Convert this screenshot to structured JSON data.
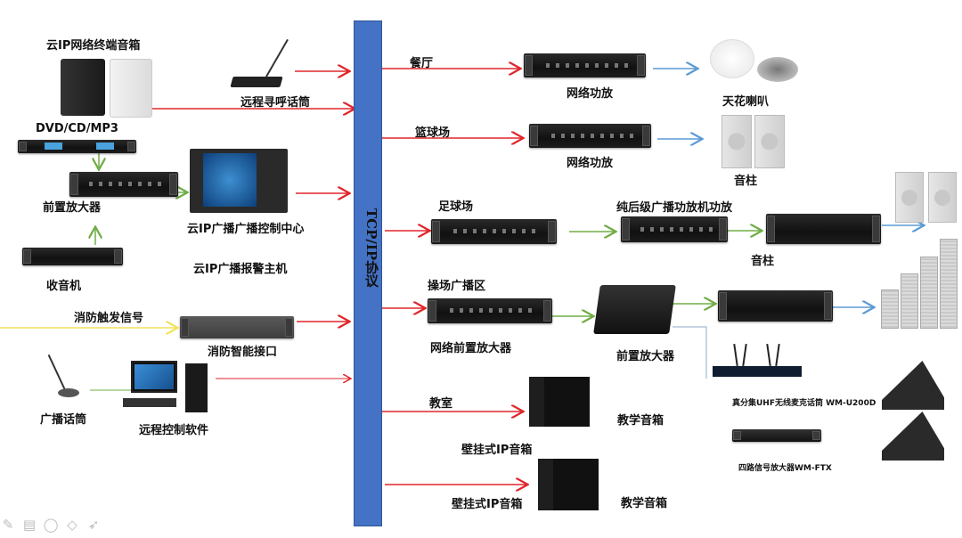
{
  "diagram": {
    "bus_label": "TCP/IP协议",
    "colors": {
      "bus": "#4472c4",
      "network_link": "#e0262b",
      "audio_link": "#70ad47",
      "speaker_link": "#5b9bd5",
      "fire_signal": "#ffef7a"
    },
    "left_sources": {
      "terminal_speaker": "云IP网络终端音箱",
      "dvd_player": "DVD/CD/MP3",
      "remote_paging_mic": "远程寻呼话筒",
      "preamp": "前置放大器",
      "control_center": "云IP广播广播控制中心",
      "alarm_host": "云IP广播报警主机",
      "tuner": "收音机",
      "fire_trigger_signal": "消防触发信号",
      "fire_interface": "消防智能接口",
      "broadcast_mic": "广播话筒",
      "remote_software": "远程控制软件"
    },
    "zones": [
      {
        "name": "餐厅",
        "device": "网络功放",
        "output": "天花喇叭"
      },
      {
        "name": "篮球场",
        "device": "网络功放",
        "output": "音柱"
      },
      {
        "name": "足球场",
        "device": "纯后级广播功放机功放",
        "output": "音柱"
      },
      {
        "name": "操场广播区",
        "device": "网络前置放大器",
        "mixer": "前置放大器"
      },
      {
        "name": "教室",
        "output": "教学音箱"
      },
      {
        "name": "壁挂式IP音箱",
        "label2": "壁挂式IP音箱",
        "output": "教学音箱"
      }
    ],
    "wireless": {
      "receiver": "真分集UHF无线麦克话筒 WM-U200D",
      "amplifier": "四路信号放大器WM-FTX"
    },
    "toolbar_icons": [
      "pen-icon",
      "slide-icon",
      "lasso-icon",
      "eraser-icon",
      "pointer-icon"
    ]
  }
}
